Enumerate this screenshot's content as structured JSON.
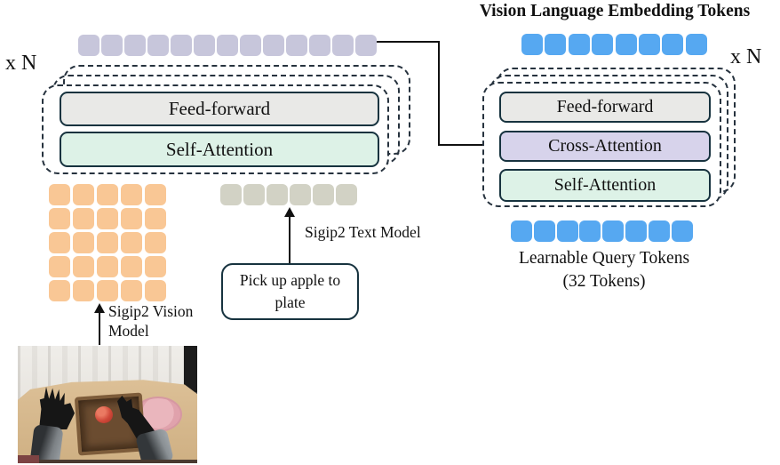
{
  "diagram": {
    "left_block": {
      "repeat_label": "x N",
      "layers": [
        {
          "label": "Feed-forward",
          "color": "#e9e9e7"
        },
        {
          "label": "Self-Attention",
          "color": "#ddf2e7"
        }
      ],
      "output_tokens": {
        "count": 13,
        "color": "#c7c6db",
        "size": 24,
        "gap": 2
      },
      "vision_tokens": {
        "rows": 5,
        "cols": 5,
        "color": "#f9c795",
        "size": 24,
        "gap": 3
      },
      "text_tokens": {
        "count": 6,
        "color": "#d2d2c5",
        "size": 24,
        "gap": 2
      }
    },
    "right_block": {
      "title": "Vision Language Embedding Tokens",
      "repeat_label": "x N",
      "layers": [
        {
          "label": "Feed-forward",
          "color": "#e9e9e7"
        },
        {
          "label": "Cross-Attention",
          "color": "#d7d3eb"
        },
        {
          "label": "Self-Attention",
          "color": "#ddf2e7"
        }
      ],
      "embedding_tokens": {
        "count": 8,
        "color": "#56a8f1",
        "size": 24,
        "gap": 2.4
      },
      "query_tokens": {
        "count": 8,
        "color": "#56a8f1",
        "size": 24,
        "gap": 1.8
      },
      "query_label_line1": "Learnable Query Tokens",
      "query_label_line2": "(32 Tokens)"
    },
    "labels": {
      "vision_model_line1": "Sigip2 Vision",
      "vision_model_line2": "Model",
      "text_model": "Sigip2 Text Model",
      "prompt_line1": "Pick up apple to",
      "prompt_line2": "plate"
    },
    "colors": {
      "line": "#111111",
      "dashed_border": "#26323e",
      "box_border": "#17333f"
    }
  }
}
